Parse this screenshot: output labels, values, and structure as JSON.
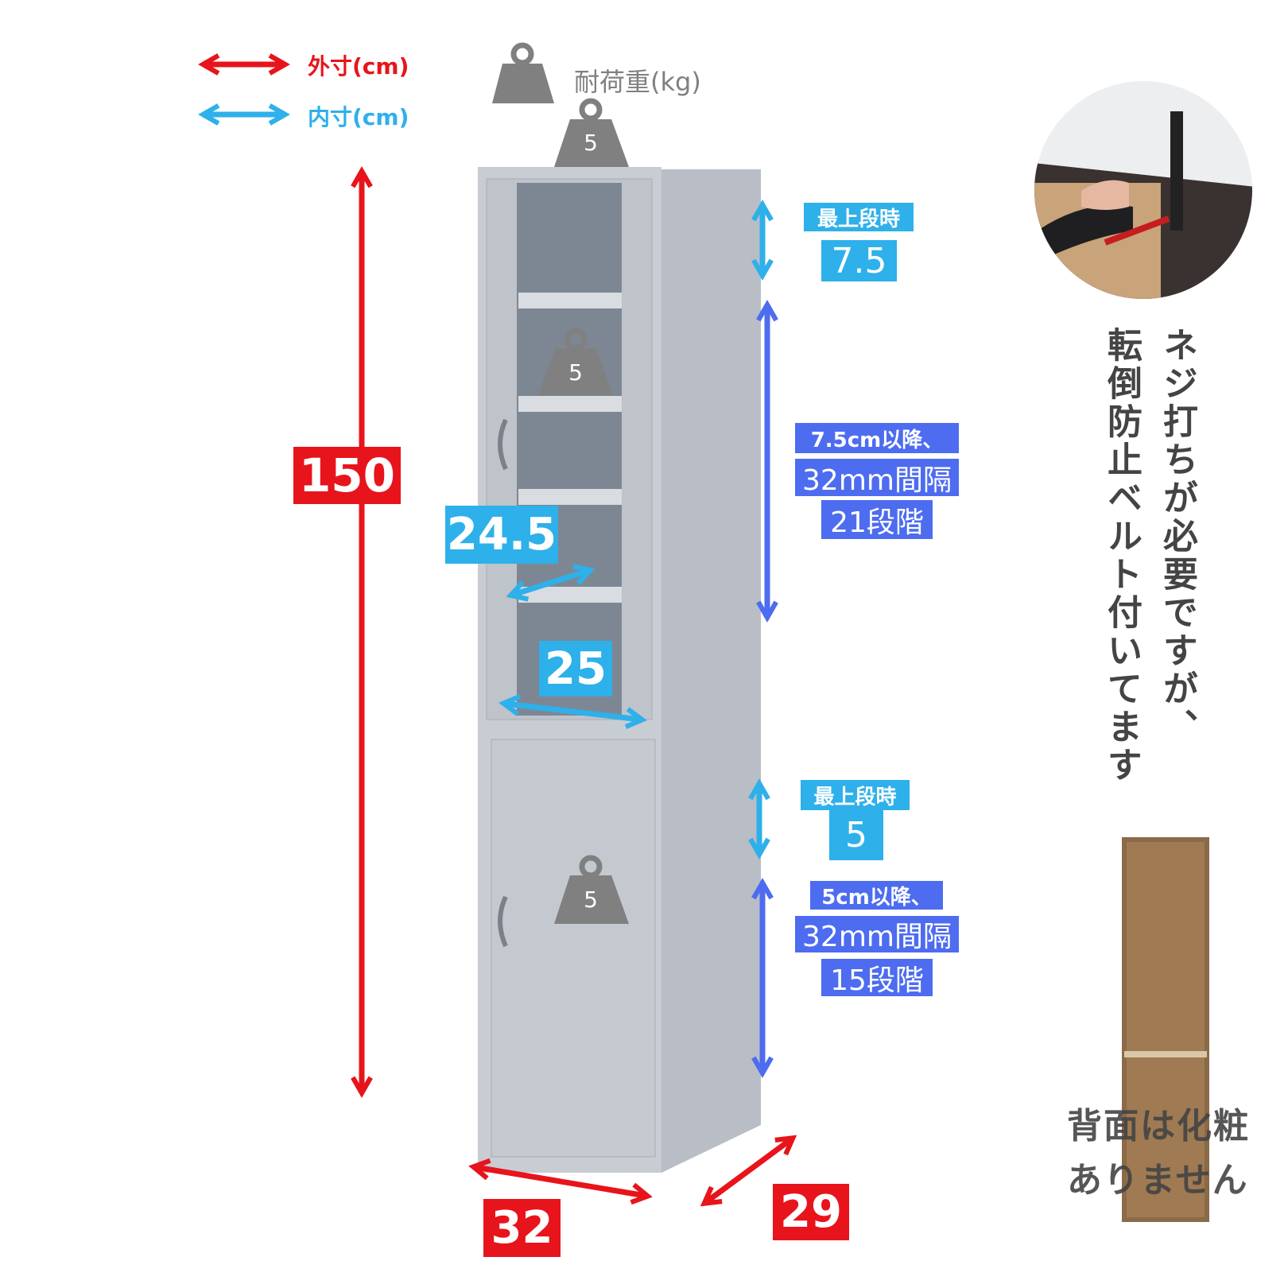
{
  "legend": {
    "outer_label": "外寸(cm)",
    "inner_label": "内寸(cm)",
    "load_label": "耐荷重(kg)",
    "outer_color": "#e8141b",
    "inner_color": "#2eb0ea"
  },
  "loads": {
    "top": "5",
    "shelf": "5",
    "lower": "5"
  },
  "outer_dimensions": {
    "height": "150",
    "width": "32",
    "depth": "29"
  },
  "inner_dimensions": {
    "depth": "24.5",
    "width": "25"
  },
  "upper_shelf": {
    "top_label": "最上段時",
    "top_value": "7.5",
    "line1": "7.5cm以降、",
    "line2": "32mm間隔",
    "line3": "21段階"
  },
  "lower_shelf": {
    "top_label": "最上段時",
    "top_value": "5",
    "line1": "5cm以降、",
    "line2": "32mm間隔",
    "line3": "15段階"
  },
  "notes": {
    "screw_note": "ネジ打ちが必要ですが、",
    "belt_note": "転倒防止ベルト付いてます",
    "back_line1": "背面は化粧",
    "back_line2": "ありません"
  }
}
